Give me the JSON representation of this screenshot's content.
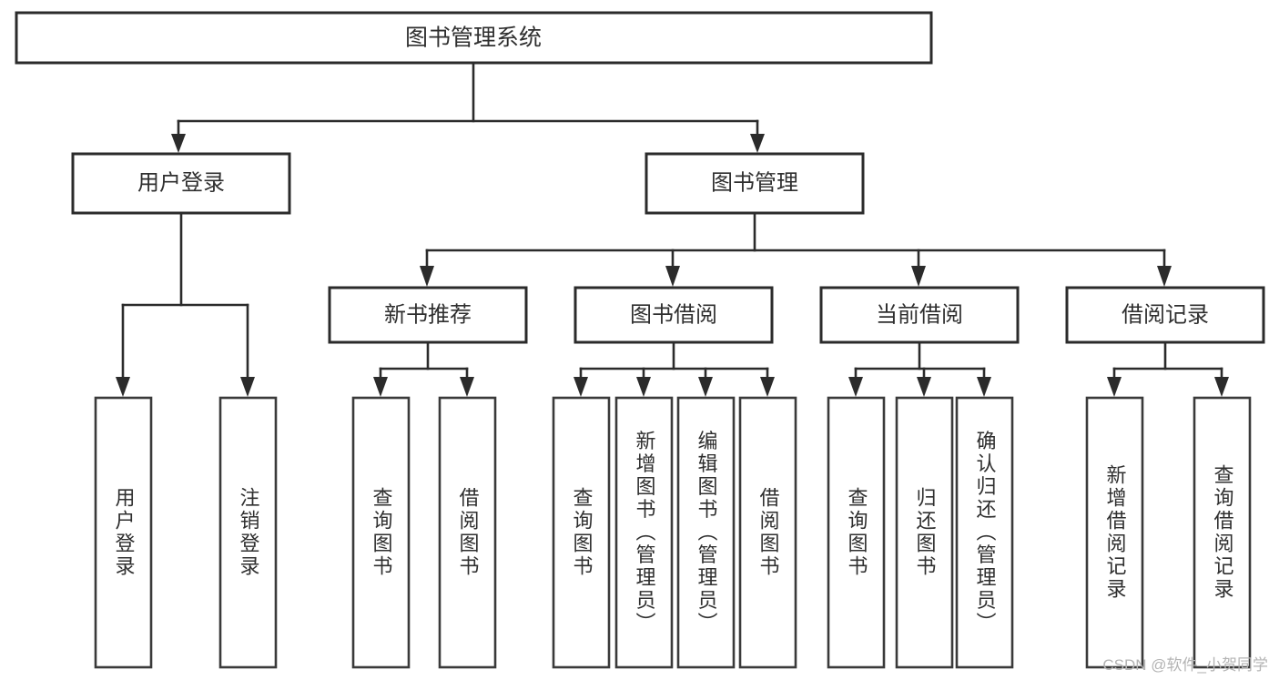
{
  "diagram": {
    "type": "tree",
    "orientation": "top-down",
    "title_node": "图书管理系统",
    "colors": {
      "box_stroke": "#2b2b2b",
      "box_fill": "#ffffff",
      "line": "#2b2b2b",
      "text": "#2f2f2f",
      "watermark": "#b4b4b4",
      "background": "#ffffff"
    },
    "levels": {
      "root": {
        "label": "图书管理系统"
      },
      "level2": [
        {
          "id": "user-login",
          "label": "用户登录"
        },
        {
          "id": "book-management",
          "label": "图书管理"
        }
      ],
      "level3": [
        {
          "id": "new-book-recommend",
          "label": "新书推荐",
          "parent": "book-management"
        },
        {
          "id": "book-borrow",
          "label": "图书借阅",
          "parent": "book-management"
        },
        {
          "id": "current-borrow",
          "label": "当前借阅",
          "parent": "book-management"
        },
        {
          "id": "borrow-record",
          "label": "借阅记录",
          "parent": "book-management"
        }
      ],
      "leaves": {
        "user-login": [
          {
            "id": "leaf-user-login",
            "label": "用户登录"
          },
          {
            "id": "leaf-user-logout",
            "label": "注销登录"
          }
        ],
        "new-book-recommend": [
          {
            "id": "leaf-query-book-1",
            "label": "查询图书"
          },
          {
            "id": "leaf-borrow-book-1",
            "label": "借阅图书"
          }
        ],
        "book-borrow": [
          {
            "id": "leaf-query-book-2",
            "label": "查询图书"
          },
          {
            "id": "leaf-add-book-admin",
            "label": "新增图书（管理员）"
          },
          {
            "id": "leaf-edit-book-admin",
            "label": "编辑图书（管理员）"
          },
          {
            "id": "leaf-borrow-book-2",
            "label": "借阅图书"
          }
        ],
        "current-borrow": [
          {
            "id": "leaf-query-book-3",
            "label": "查询图书"
          },
          {
            "id": "leaf-return-book",
            "label": "归还图书"
          },
          {
            "id": "leaf-confirm-return-admin",
            "label": "确认归还（管理员）"
          }
        ],
        "borrow-record": [
          {
            "id": "leaf-add-borrow-record",
            "label": "新增借阅记录"
          },
          {
            "id": "leaf-query-borrow-record",
            "label": "查询借阅记录"
          }
        ]
      }
    }
  },
  "watermark": {
    "text": "CSDN @软件_小贺同学"
  }
}
